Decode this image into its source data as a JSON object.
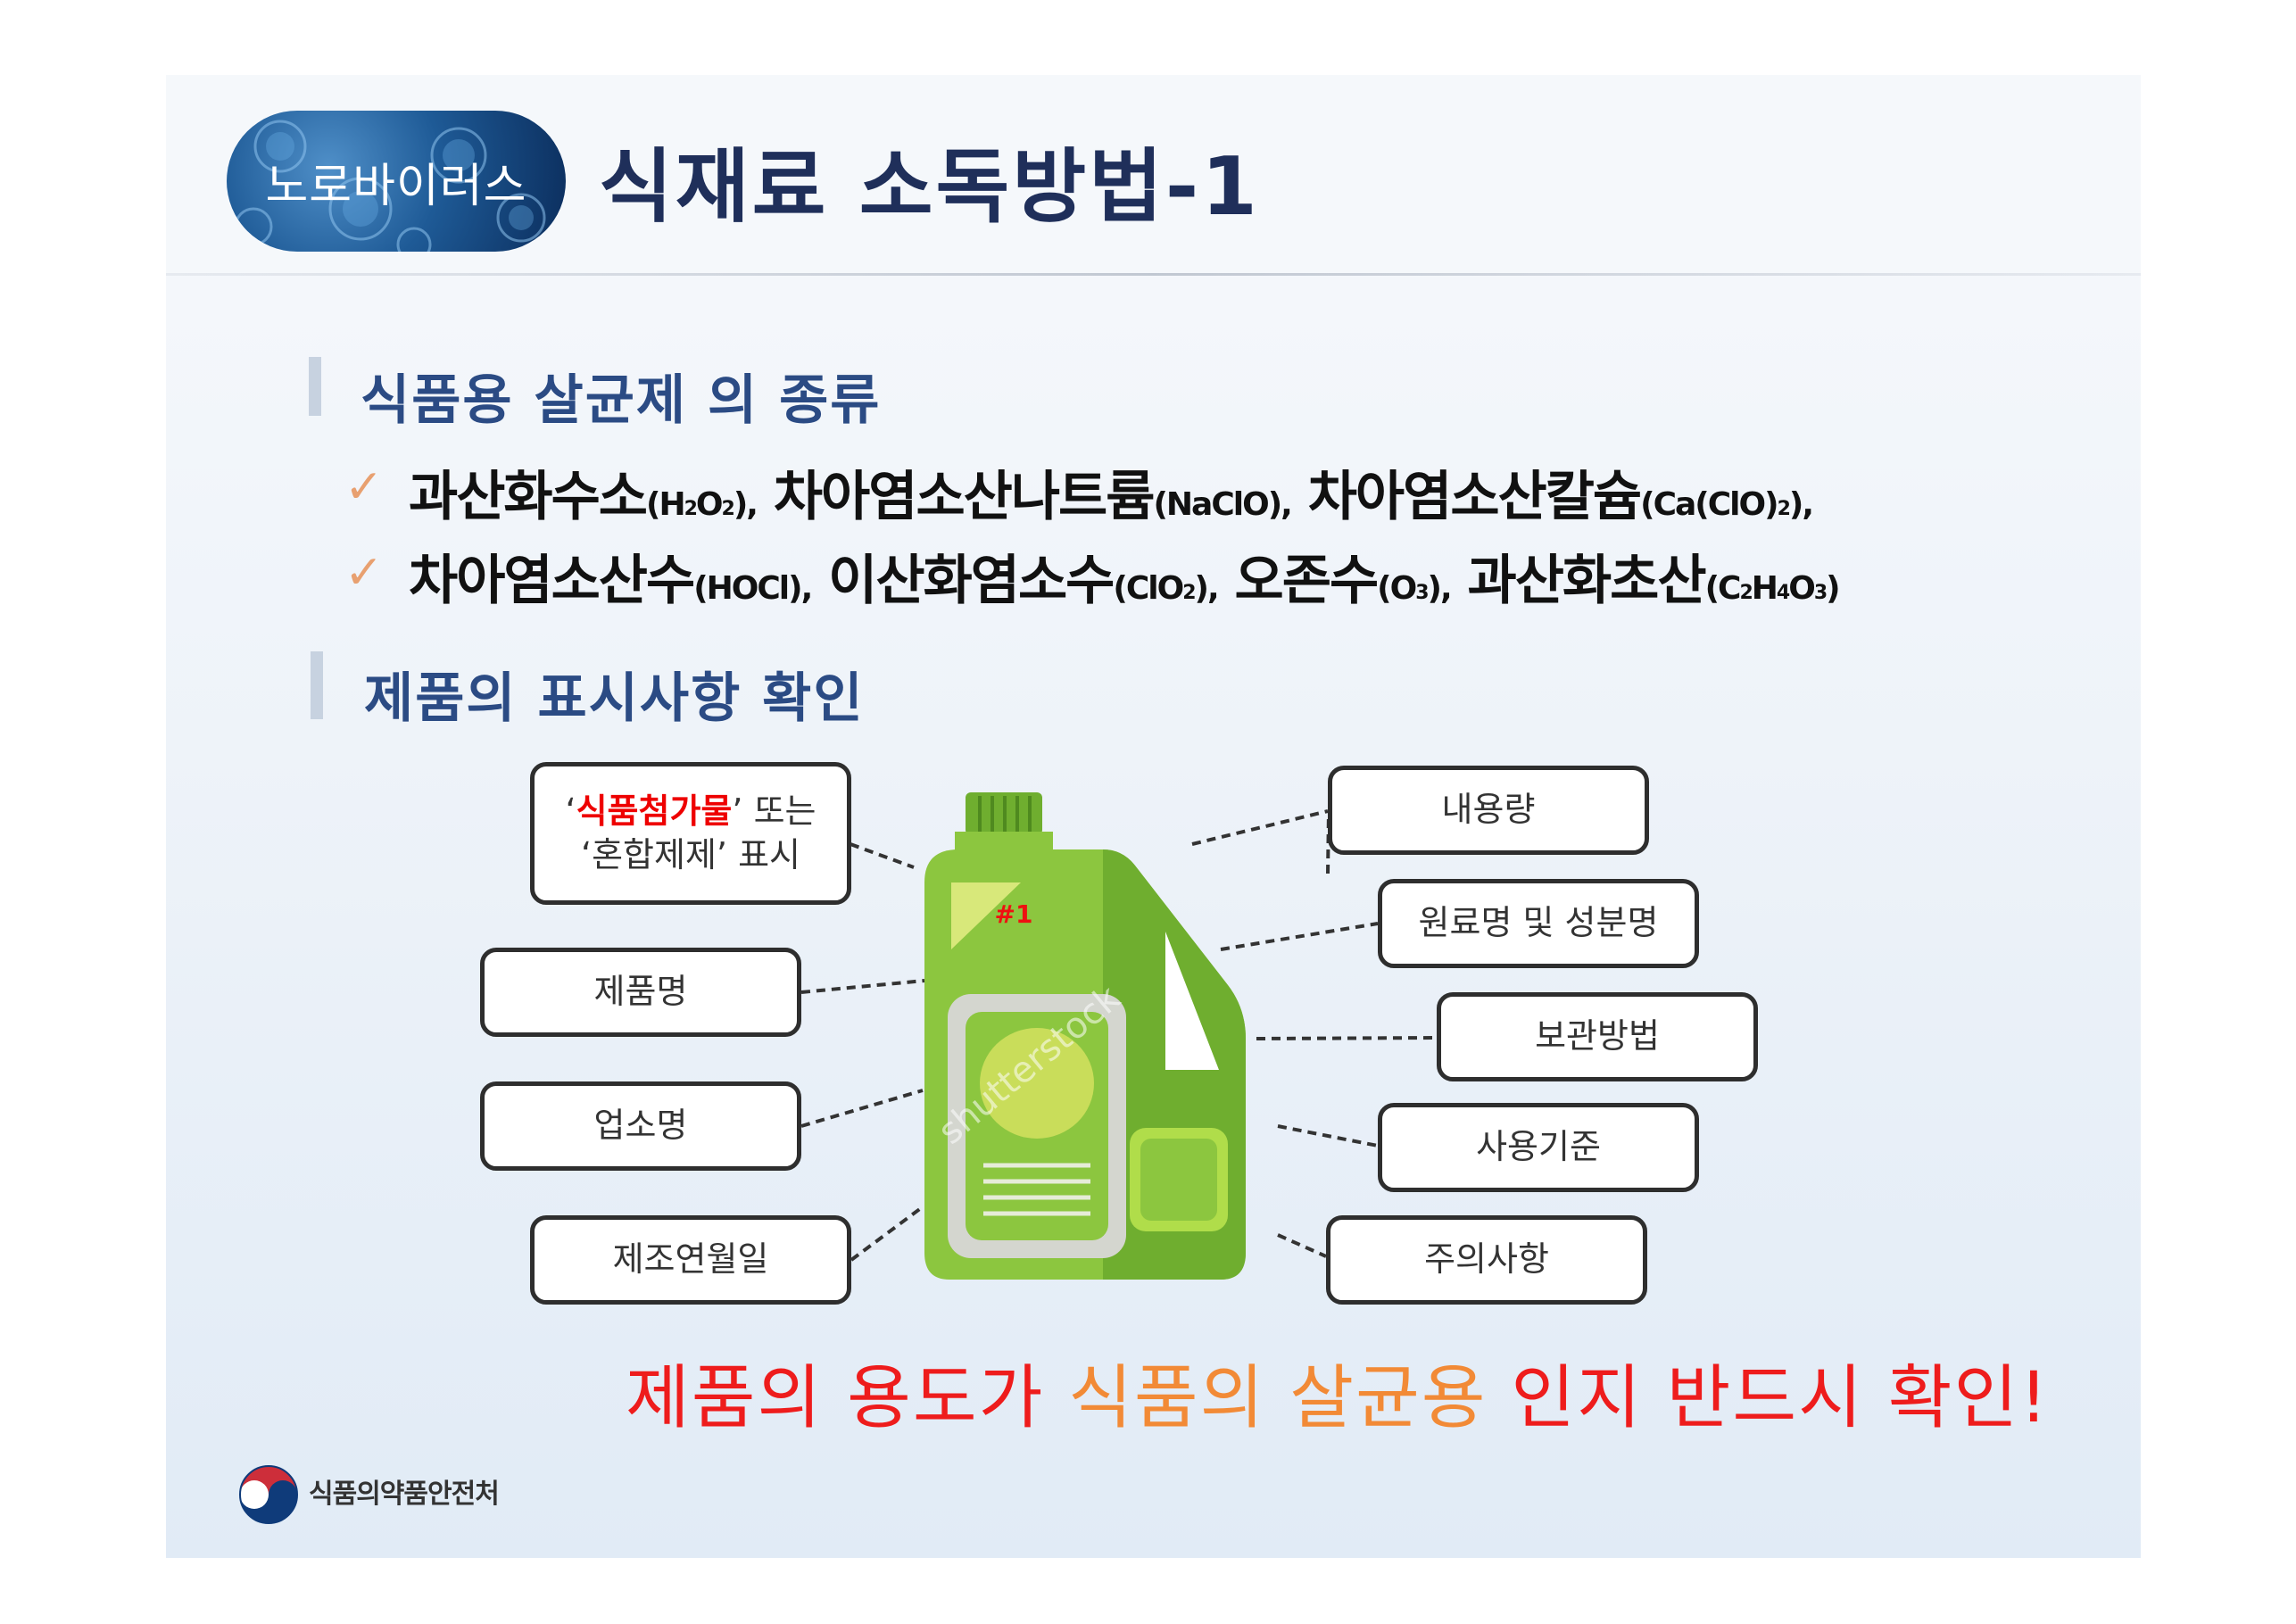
{
  "header": {
    "badge_label": "노로바이러스",
    "title": "식재료 소독방법-1"
  },
  "section1": {
    "title": "식품용 살균제 의 종류",
    "line1": {
      "a": "과산화수소",
      "a_formula_open": "(H",
      "a_sub1": "2",
      "a_mid": "O",
      "a_sub2": "2",
      "a_close": "),",
      "b": " 차아염소산나트륨",
      "b_formula": "(NaClO),",
      "c": " 차아염소산칼슘",
      "c_formula_open": "(Ca(ClO)",
      "c_sub": "2",
      "c_close": "),"
    },
    "line2": {
      "a": "차아염소산수",
      "a_formula": "(HOCl),",
      "b": " 이산화염소수",
      "b_formula_open": "(ClO",
      "b_sub": "2",
      "b_close": "),",
      "c": " 오존수",
      "c_formula_open": "(O",
      "c_sub": "3",
      "c_close": "),",
      "d": " 과산화초산",
      "d_formula_open": "(C",
      "d_sub1": "2",
      "d_h": "H",
      "d_sub2": "4",
      "d_o": "O",
      "d_sub3": "3",
      "d_close": ")"
    }
  },
  "section2": {
    "title": "제품의 표시사항 확인"
  },
  "labels": {
    "food_additive_q_open": "‘",
    "food_additive_highlight": "식품첨가물",
    "food_additive_rest": "’ 또는",
    "mixed_agent": "‘혼합제제’ 표시",
    "product_name": "제품명",
    "company_name": "업소명",
    "manufacture_date": "제조연월일",
    "content_volume": "내용량",
    "ingredients": "원료명 및 성분명",
    "storage_method": "보관방법",
    "usage_standard": "사용기준",
    "precautions": "주의사항"
  },
  "bottle": {
    "badge": "#1",
    "watermark": "shutterstock",
    "body_color": "#8cc63f",
    "dark_color": "#6fae2f",
    "light_color": "#d8e87a"
  },
  "bottom": {
    "part1": "제품의 용도가 ",
    "part2": "식품의 살균용",
    "part3": " 인지 반드시 확인!"
  },
  "footer": {
    "org_name": "식품의약품안전처"
  },
  "colors": {
    "title": "#1f2f5a",
    "section": "#2b4b84",
    "highlight_red": "#ee0000",
    "highlight_orange": "#f28a36"
  }
}
